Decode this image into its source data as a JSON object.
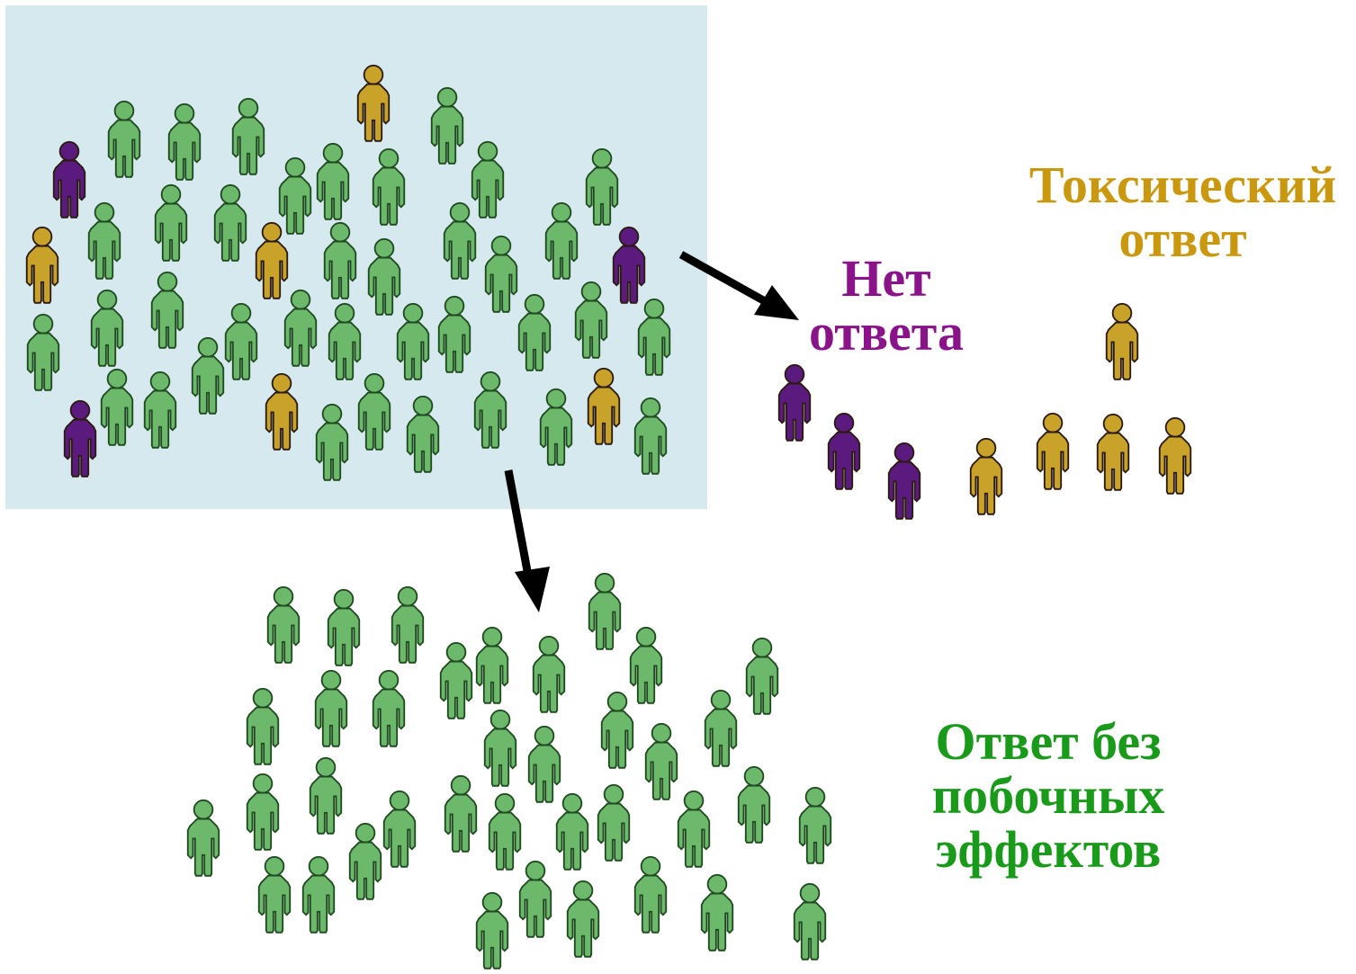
{
  "labels": {
    "toxic": {
      "line1": "Токсический",
      "line2": "ответ"
    },
    "no_response": {
      "line1": "Нет",
      "line2": "ответа"
    },
    "no_side_effects": {
      "line1": "Ответ без",
      "line2": "побочных",
      "line3": "эффектов"
    }
  },
  "colors": {
    "population_background": "#d5e9ee",
    "green_person": "#6cb96c",
    "green_outline": "#1f4a1f",
    "purple_person": "#5b1a7d",
    "gold_person": "#c9a22a",
    "toxic_text": "#c9980f",
    "no_response_text": "#8a138a",
    "no_side_effects_text": "#1a9a1a",
    "arrow": "#000000"
  },
  "icons": {
    "person": "person-icon",
    "arrow": "arrow-icon"
  }
}
